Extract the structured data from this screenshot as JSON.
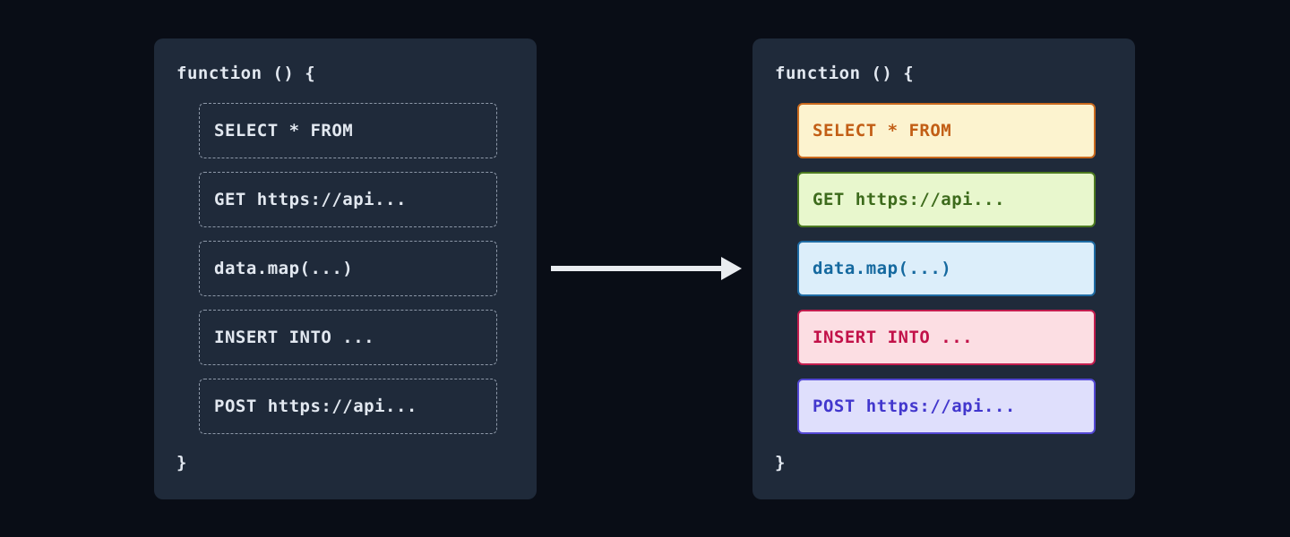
{
  "page": {
    "background": "#090d16",
    "panel_background": "#1f2a3a",
    "panel_text_color": "#e2e8f0",
    "dashed_border_color": "#8d98a8"
  },
  "left_panel": {
    "title": "function () {",
    "close_brace": "}",
    "snippets": [
      "SELECT * FROM",
      "GET https://api...",
      "data.map(...)",
      "INSERT INTO ...",
      "POST https://api..."
    ]
  },
  "arrow": {
    "color": "#e9ecf0",
    "direction": "right"
  },
  "right_panel": {
    "title": "function () {",
    "close_brace": "}",
    "snippets": [
      {
        "text": "SELECT * FROM",
        "bg": "#fcf3cf",
        "border": "#c9691d",
        "text_color": "#c25e15"
      },
      {
        "text": "GET https://api...",
        "bg": "#e8f7cd",
        "border": "#4c7a20",
        "text_color": "#3d6b1c"
      },
      {
        "text": "data.map(...)",
        "bg": "#dceefa",
        "border": "#1e6ba3",
        "text_color": "#15699f"
      },
      {
        "text": "INSERT INTO ...",
        "bg": "#fcdee3",
        "border": "#c21d4e",
        "text_color": "#c21149"
      },
      {
        "text": "POST https://api...",
        "bg": "#dfdffc",
        "border": "#5348d3",
        "text_color": "#4237cd"
      }
    ]
  }
}
